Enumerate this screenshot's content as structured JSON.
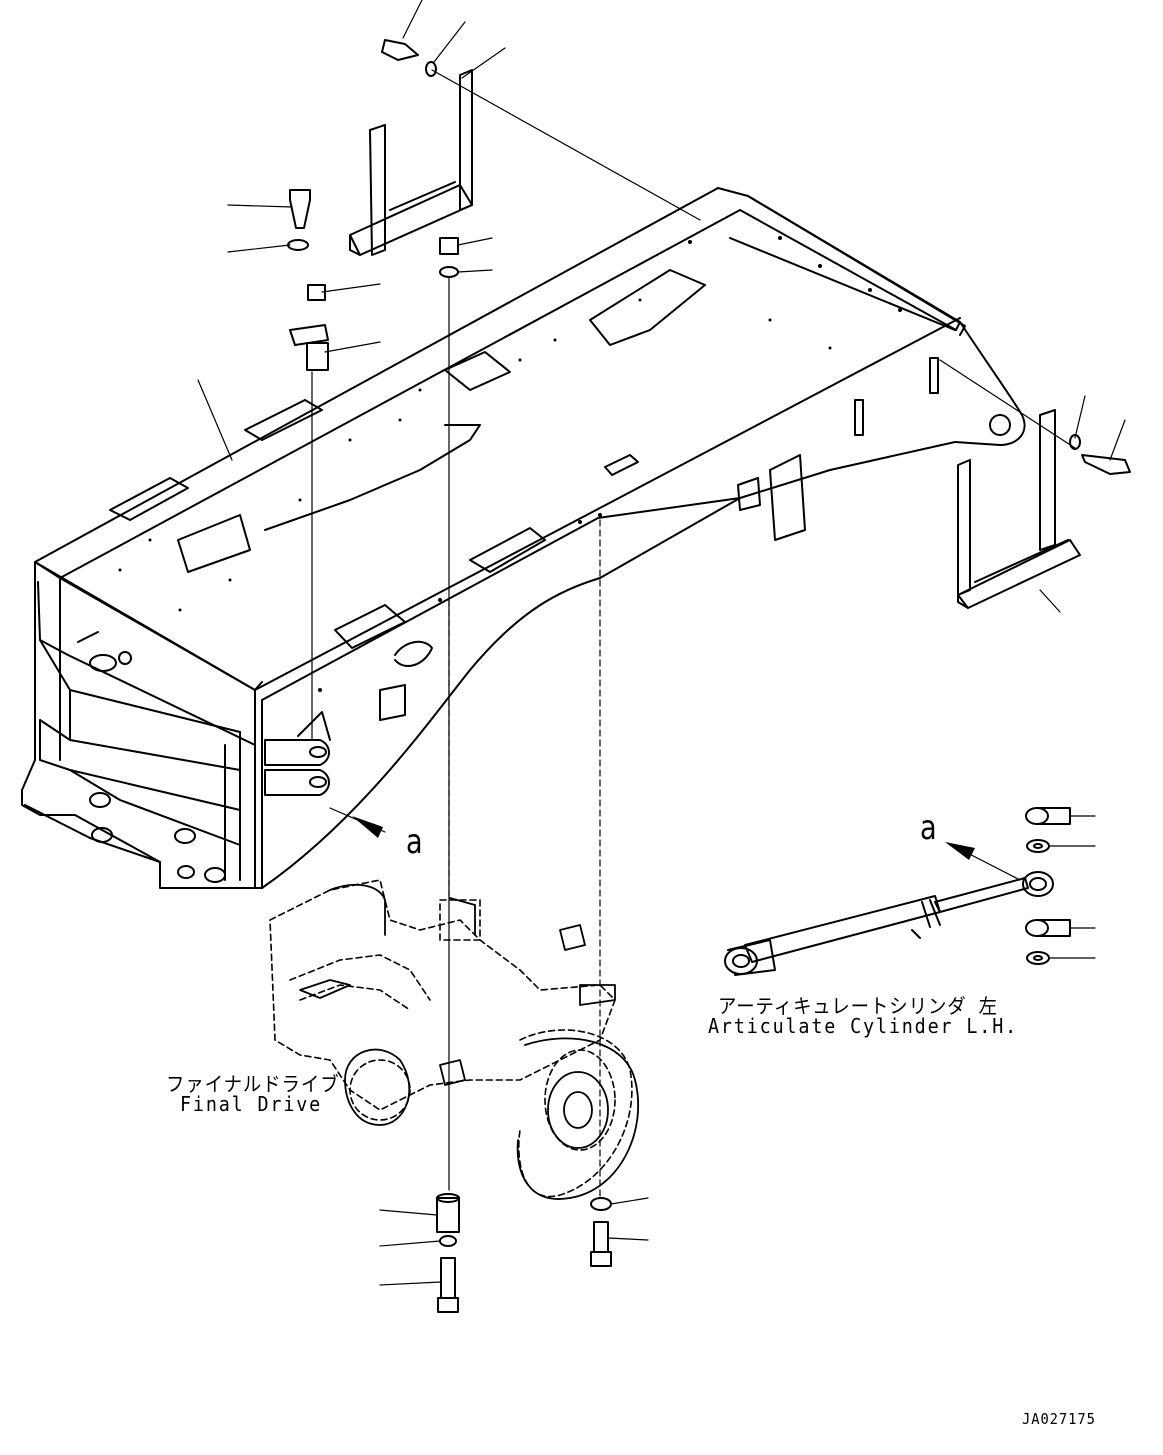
{
  "labels": {
    "final_drive_ja": "ファイナルドライブ",
    "final_drive_en": "Final Drive",
    "cylinder_ja": "アーティキュレートシリンダ 左",
    "cylinder_en": "Articulate Cylinder L.H.",
    "view_a_frame": "a",
    "view_a_cylinder": "a",
    "drawing_code": "JA027175"
  },
  "colors": {
    "line": "#000000",
    "background": "#ffffff"
  }
}
